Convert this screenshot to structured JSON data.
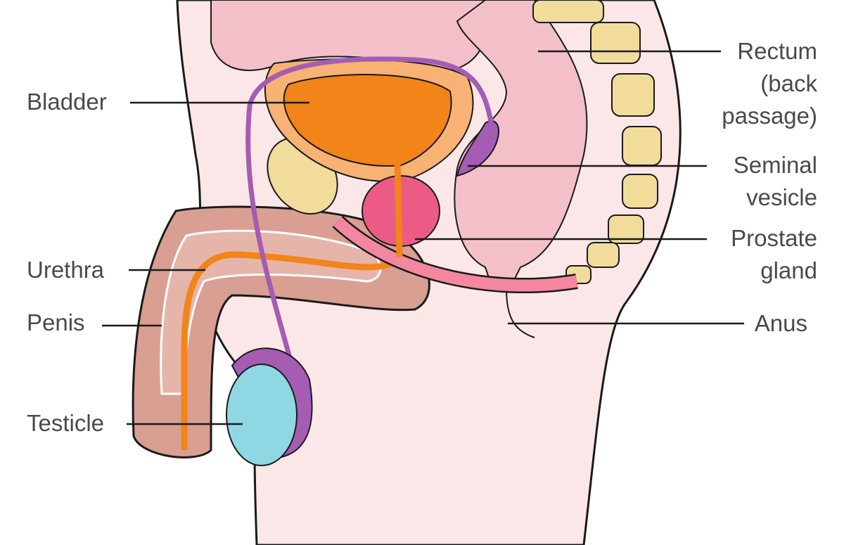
{
  "labels": {
    "bladder": "Bladder",
    "urethra": "Urethra",
    "penis": "Penis",
    "testicle": "Testicle",
    "rectum": "Rectum",
    "rectum_note_1": "(back",
    "rectum_note_2": "passage)",
    "seminal_1": "Seminal",
    "seminal_2": "vesicle",
    "prostate_1": "Prostate",
    "prostate_2": "gland",
    "anus": "Anus"
  },
  "colors": {
    "skin": "#fbe7e8",
    "inner": "#f3c0c9",
    "bladder": "#f2841a",
    "bladder_wall": "#f7b274",
    "prostate": "#ec5b86",
    "urethra_tube": "#f2879f",
    "vas": "#a45db3",
    "testicle": "#8fd8e3",
    "bone": "#f2dc9b",
    "penis": "#d99f92",
    "line": "#1a1a1a"
  }
}
